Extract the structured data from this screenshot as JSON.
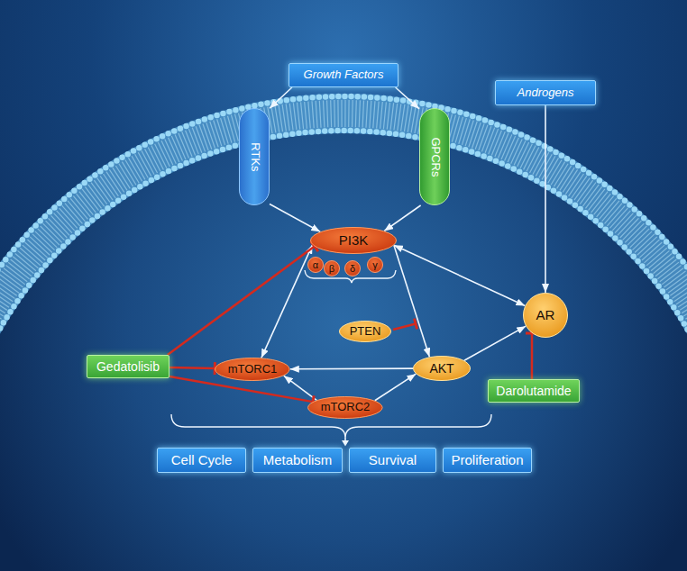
{
  "diagram": {
    "nodes": [
      {
        "text": [
          "Growth Factors"
        ]
      },
      {
        "text": [
          "Androgens"
        ]
      },
      {
        "text": [
          "RTKs"
        ]
      },
      {
        "text": [
          "GPCRs"
        ]
      },
      {
        "text": [
          "PI3K"
        ]
      },
      {
        "text": [
          "α"
        ]
      },
      {
        "text": [
          "β"
        ]
      },
      {
        "text": [
          "δ"
        ]
      },
      {
        "text": [
          "γ"
        ]
      },
      {
        "text": [
          "AR"
        ]
      },
      {
        "text": [
          "PTEN"
        ]
      },
      {
        "text": [
          "Gedatolisib"
        ]
      },
      {
        "text": [
          "mTORC1"
        ]
      },
      {
        "text": [
          "AKT"
        ]
      },
      {
        "text": [
          "Darolutamide"
        ]
      },
      {
        "text": [
          "mTORC2"
        ]
      },
      {
        "text": [
          "Cell Cycle"
        ]
      },
      {
        "text": [
          "Metabolism"
        ]
      },
      {
        "text": [
          "Survival"
        ]
      },
      {
        "text": [
          "Proliferation"
        ]
      }
    ],
    "edges": [
      {
        "from": 0,
        "to": 2,
        "arrow": "to"
      },
      {
        "from": 0,
        "to": 3,
        "arrow": "to"
      },
      {
        "from": 1,
        "to": 9,
        "arrow": "to"
      },
      {
        "from": 2,
        "to": 4,
        "arrow": "to"
      },
      {
        "from": 3,
        "to": 4,
        "arrow": "to"
      },
      {
        "from": 4,
        "to": 9,
        "arrow": "both"
      },
      {
        "from": 4,
        "to": 12,
        "arrow": "both"
      },
      {
        "from": 4,
        "to": 13,
        "arrow": "to"
      },
      {
        "from": 13,
        "to": 9,
        "arrow": "to"
      },
      {
        "from": 13,
        "to": 12,
        "arrow": "to"
      },
      {
        "from": 15,
        "to": 12,
        "arrow": "to"
      },
      {
        "from": 15,
        "to": 13,
        "arrow": "to"
      },
      {
        "from": 11,
        "to": 4,
        "arrow": "to"
      },
      {
        "from": 11,
        "to": 12,
        "arrow": "to"
      },
      {
        "from": 11,
        "to": 15,
        "arrow": "to"
      },
      {
        "from": 14,
        "to": 9,
        "arrow": "to"
      }
    ]
  }
}
